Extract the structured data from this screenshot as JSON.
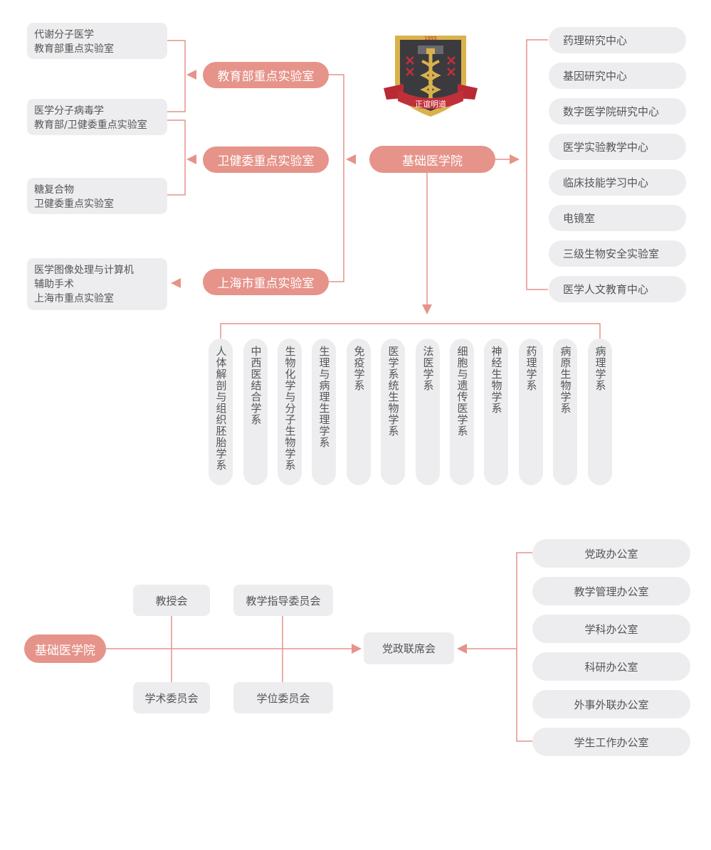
{
  "colors": {
    "accent": "#e6938a",
    "pill_bg": "#ededef",
    "text": "#555555"
  },
  "top": {
    "center": "基础医学院",
    "logo": {
      "year": "1955",
      "motto": "正谊明道"
    },
    "key_labs": [
      {
        "name": "教育部重点实验室",
        "labs": [
          [
            "代谢分子医学",
            "教育部重点实验室"
          ],
          [
            "医学分子病毒学",
            "教育部/卫健委重点实验室"
          ]
        ]
      },
      {
        "name": "卫健委重点实验室",
        "labs": [
          [
            "糖复合物",
            "卫健委重点实验室"
          ]
        ]
      },
      {
        "name": "上海市重点实验室",
        "labs": [
          [
            "医学图像处理与计算机",
            "辅助手术",
            "上海市重点实验室"
          ]
        ]
      }
    ],
    "centers": [
      "药理研究中心",
      "基因研究中心",
      "数字医学院研究中心",
      "医学实验教学中心",
      "临床技能学习中心",
      "电镜室",
      "三级生物安全实验室",
      "医学人文教育中心"
    ],
    "departments": [
      "人体解剖与组织胚胎学系",
      "中西医结合学系",
      "生物化学与分子生物学系",
      "生理与病理生理学系",
      "免疫学系",
      "医学系统生物学系",
      "法医学系",
      "细胞与遗传医学系",
      "神经生物学系",
      "药理学系",
      "病原生物学系",
      "病理学系"
    ]
  },
  "bottom": {
    "college": "基础医学院",
    "councils": [
      "教授会",
      "教学指导委员会",
      "学术委员会",
      "学位委员会"
    ],
    "joint": "党政联席会",
    "offices": [
      "党政办公室",
      "教学管理办公室",
      "学科办公室",
      "科研办公室",
      "外事外联办公室",
      "学生工作办公室"
    ]
  }
}
